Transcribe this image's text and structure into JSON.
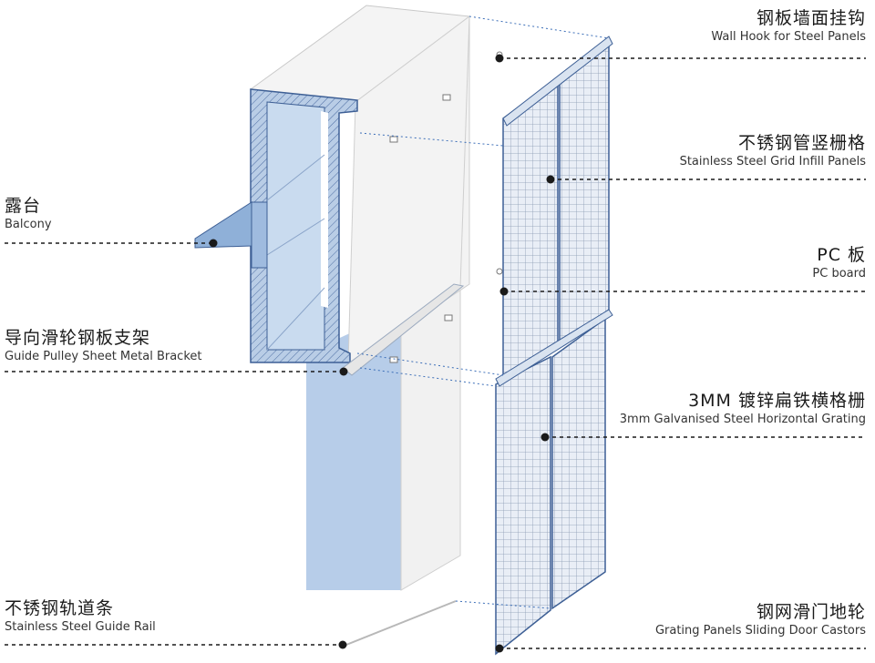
{
  "callouts": {
    "wall_hook": {
      "zh": "钢板墙面挂钩",
      "en": "Wall Hook for Steel Panels"
    },
    "grid_infill": {
      "zh": "不锈钢管竖栅格",
      "en": "Stainless Steel Grid Infill Panels"
    },
    "pc_board": {
      "zh": "PC 板",
      "en": "PC board"
    },
    "grating": {
      "zh": "3MM 镀锌扁铁横格栅",
      "en": "3mm Galvanised Steel Horizontal Grating"
    },
    "castors": {
      "zh": "钢网滑门地轮",
      "en": "Grating Panels Sliding Door Castors"
    },
    "balcony": {
      "zh": "露台",
      "en": "Balcony"
    },
    "bracket": {
      "zh": "导向滑轮钢板支架",
      "en": "Guide Pulley Sheet Metal Bracket"
    },
    "guide_rail": {
      "zh": "不锈钢轨道条",
      "en": "Stainless Steel Guide Rail"
    }
  }
}
